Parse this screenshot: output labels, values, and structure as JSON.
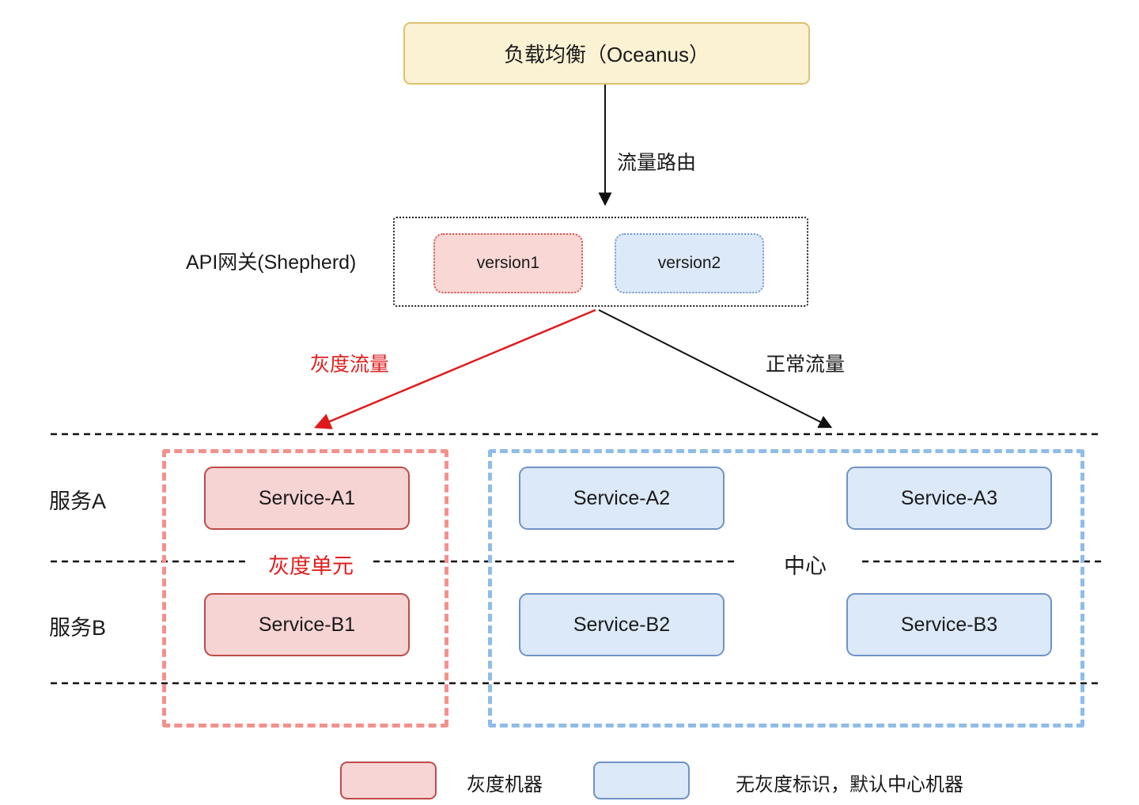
{
  "diagram": {
    "load_balancer": {
      "label": "负载均衡（Oceanus）"
    },
    "route_label": "流量路由",
    "gateway": {
      "label": "API网关(Shepherd)",
      "versions": [
        "version1",
        "version2"
      ]
    },
    "traffic": {
      "gray_label": "灰度流量",
      "normal_label": "正常流量"
    },
    "rows": [
      "服务A",
      "服务B"
    ],
    "gray_unit": {
      "label": "灰度单元",
      "services": [
        "Service-A1",
        "Service-B1"
      ]
    },
    "center_unit": {
      "label": "中心",
      "services": [
        "Service-A2",
        "Service-A3",
        "Service-B2",
        "Service-B3"
      ]
    },
    "legend": [
      {
        "label": "灰度机器"
      },
      {
        "label": "无灰度标识，默认中心机器"
      }
    ],
    "colors": {
      "lb_fill": "#FBF2D4",
      "lb_border": "#DCC26F",
      "gray_fill": "#F6D4D3",
      "gray_border": "#BE4B48",
      "gray_dash": "#F4908C",
      "blue_fill": "#DCE9F8",
      "blue_border": "#7092C6",
      "blue_dash": "#8FBCE9",
      "accent_red": "#E01F1F",
      "line_black": "#111111"
    }
  }
}
